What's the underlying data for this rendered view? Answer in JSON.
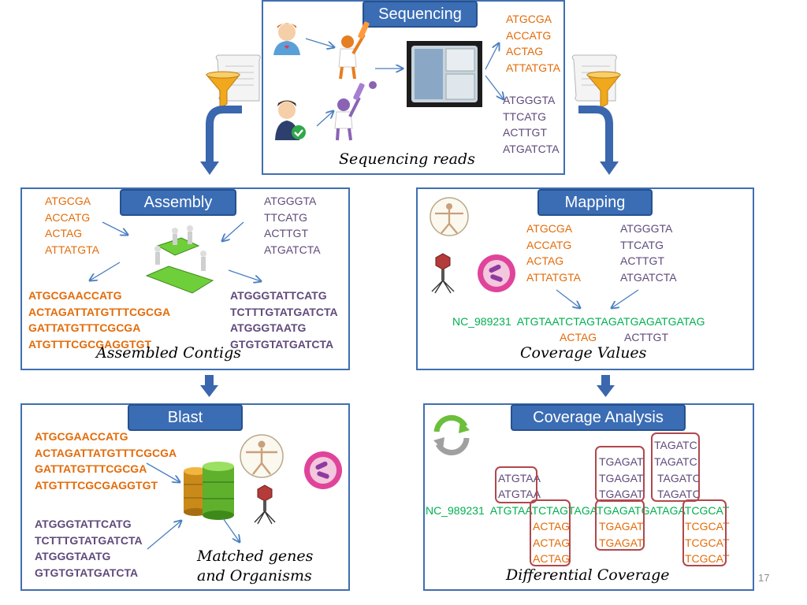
{
  "sequencing": {
    "title": "Sequencing",
    "reads_orange": [
      "ATGCGA",
      "ACCATG",
      "ACTAG",
      "ATTATGTA"
    ],
    "reads_purple": [
      "ATGGGTA",
      "TTCATG",
      "ACTTGT",
      "ATGATCTA"
    ],
    "caption": "Sequencing reads"
  },
  "assembly": {
    "title": "Assembly",
    "reads_orange": [
      "ATGCGA",
      "ACCATG",
      "ACTAG",
      "ATTATGTA"
    ],
    "reads_purple": [
      "ATGGGTA",
      "TTCATG",
      "ACTTGT",
      "ATGATCTA"
    ],
    "contigs_orange": [
      "ATGCGAACCATG",
      "ACTAGATTATGTTTCGCGA",
      "GATTATGTTTCGCGA",
      "ATGTTTCGCGAGGTGT"
    ],
    "contigs_purple": [
      "ATGGGTATTCATG",
      "TCTTTGTATGATCTA",
      "ATGGGTAATG",
      "GTGTGTATGATCTA"
    ],
    "caption": "Assembled Contigs"
  },
  "mapping": {
    "title": "Mapping",
    "reads_orange": [
      "ATGCGA",
      "ACCATG",
      "ACTAG",
      "ATTATGTA"
    ],
    "reads_purple": [
      "ATGGGTA",
      "TTCATG",
      "ACTTGT",
      "ATGATCTA"
    ],
    "reference": "NC_989231  ATGTAATCTAGTAGATGAGATGATAG",
    "mapped_orange": "ACTAG",
    "mapped_purple": "ACTTGT",
    "caption": "Coverage Values"
  },
  "blast": {
    "title": "Blast",
    "contigs_orange": [
      "ATGCGAACCATG",
      "ACTAGATTATGTTTCGCGA",
      "GATTATGTTTCGCGA",
      "ATGTTTCGCGAGGTGT"
    ],
    "contigs_purple": [
      "ATGGGTATTCATG",
      "TCTTTGTATGATCTA",
      "ATGGGTAATG",
      "GTGTGTATGATCTA"
    ],
    "caption": "Matched genes\nand Organisms"
  },
  "coverage": {
    "title": "Coverage Analysis",
    "col1_purple": [
      "ATGTAA",
      "ATGTAA"
    ],
    "col2_purple": [
      "TGAGAT",
      "TGAGAT",
      "TGAGAT"
    ],
    "col3_purple": [
      "TAGATC",
      "TAGATC",
      "TAGATC",
      "TAGATC"
    ],
    "reference": "NC_989231  ATGTAATCTAGTAGATGAGATGATAGATCGCAT",
    "col1_orange": [
      "ACTAG",
      "ACTAG",
      "ACTAG"
    ],
    "col2_orange": [
      "TGAGAT",
      "TGAGAT"
    ],
    "col3_orange": [
      "TCGCAT",
      "TCGCAT",
      "TCGCAT"
    ],
    "caption": "Differential Coverage"
  },
  "page_number": "17",
  "colors": {
    "orange": "#e36c0a",
    "purple": "#604a7b",
    "green": "#00b050",
    "panel_border": "#3f6fb1",
    "tab": "#3b6db5",
    "highlight_box": "#b0484d"
  },
  "icons": [
    "person-heart-icon",
    "person-check-icon",
    "scientist-orange-icon",
    "scientist-purple-icon",
    "sequencer-machine-icon",
    "funnel-scroll-icon",
    "puzzle-people-icon",
    "vitruvian-man-icon",
    "bacteriophage-icon",
    "bacteria-icon",
    "database-icon",
    "refresh-icon"
  ]
}
